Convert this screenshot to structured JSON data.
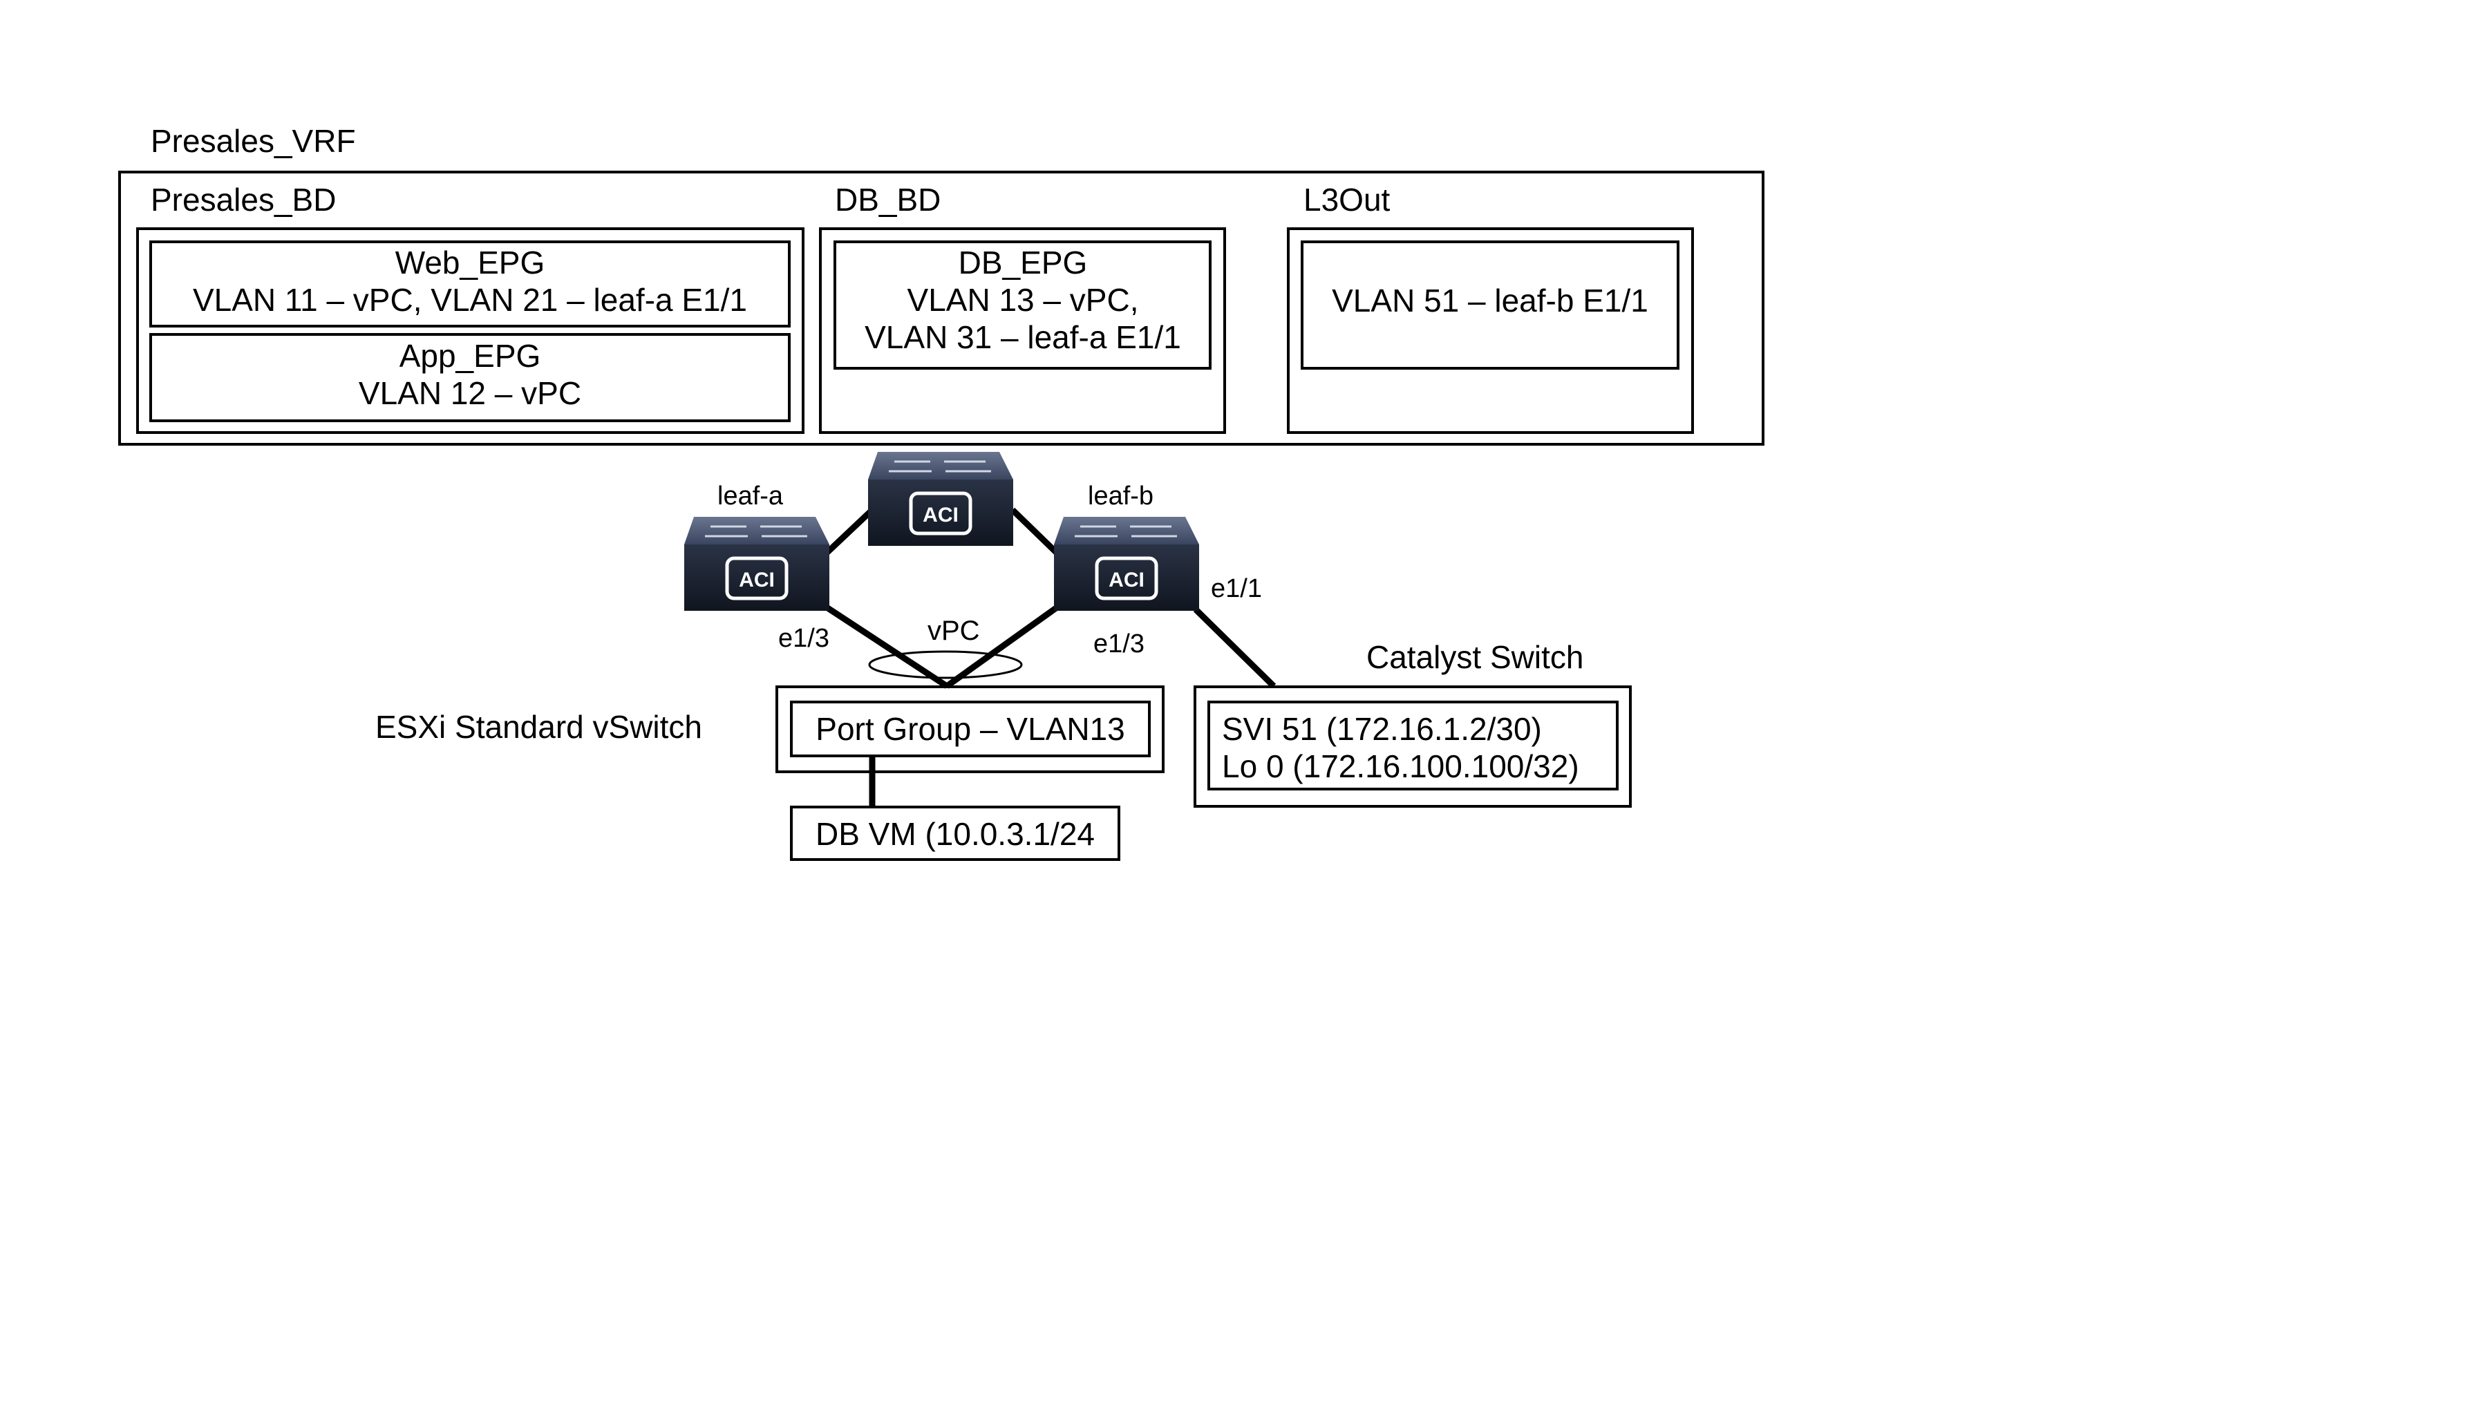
{
  "vrf": {
    "name": "Presales_VRF",
    "bridge_domains": [
      {
        "name": "Presales_BD",
        "epgs": [
          {
            "name": "Web_EPG",
            "lines": [
              "VLAN 11 – vPC, VLAN 21 – leaf-a E1/1"
            ]
          },
          {
            "name": "App_EPG",
            "lines": [
              "VLAN 12 – vPC"
            ]
          }
        ]
      },
      {
        "name": "DB_BD",
        "epgs": [
          {
            "name": "DB_EPG",
            "lines": [
              "VLAN 13 – vPC,",
              "VLAN 31 – leaf-a E1/1"
            ]
          }
        ]
      },
      {
        "name": "L3Out",
        "epgs": [
          {
            "name": "",
            "lines": [
              "VLAN 51 – leaf-b E1/1"
            ]
          }
        ]
      }
    ]
  },
  "topology": {
    "switch_badge": "ACI",
    "spine": {
      "name": ""
    },
    "leaf_a": {
      "name": "leaf-a",
      "port": "e1/3"
    },
    "leaf_b": {
      "name": "leaf-b",
      "port_vpc": "e1/3",
      "port_l3out": "e1/1"
    },
    "vpc_label": "vPC",
    "esxi": {
      "label": "ESXi Standard vSwitch",
      "port_group": "Port Group – VLAN13"
    },
    "db_vm": {
      "label": "DB VM (10.0.3.1/24"
    },
    "catalyst": {
      "label": "Catalyst Switch",
      "lines": [
        "SVI 51 (172.16.1.2/30)",
        "Lo 0 (172.16.100.100/32)"
      ]
    }
  },
  "colors": {
    "switch_body": "#1e2636",
    "switch_top": "#4a5670",
    "line": "#000000",
    "background": "#ffffff"
  },
  "icons": [
    "aci-switch-icon"
  ]
}
